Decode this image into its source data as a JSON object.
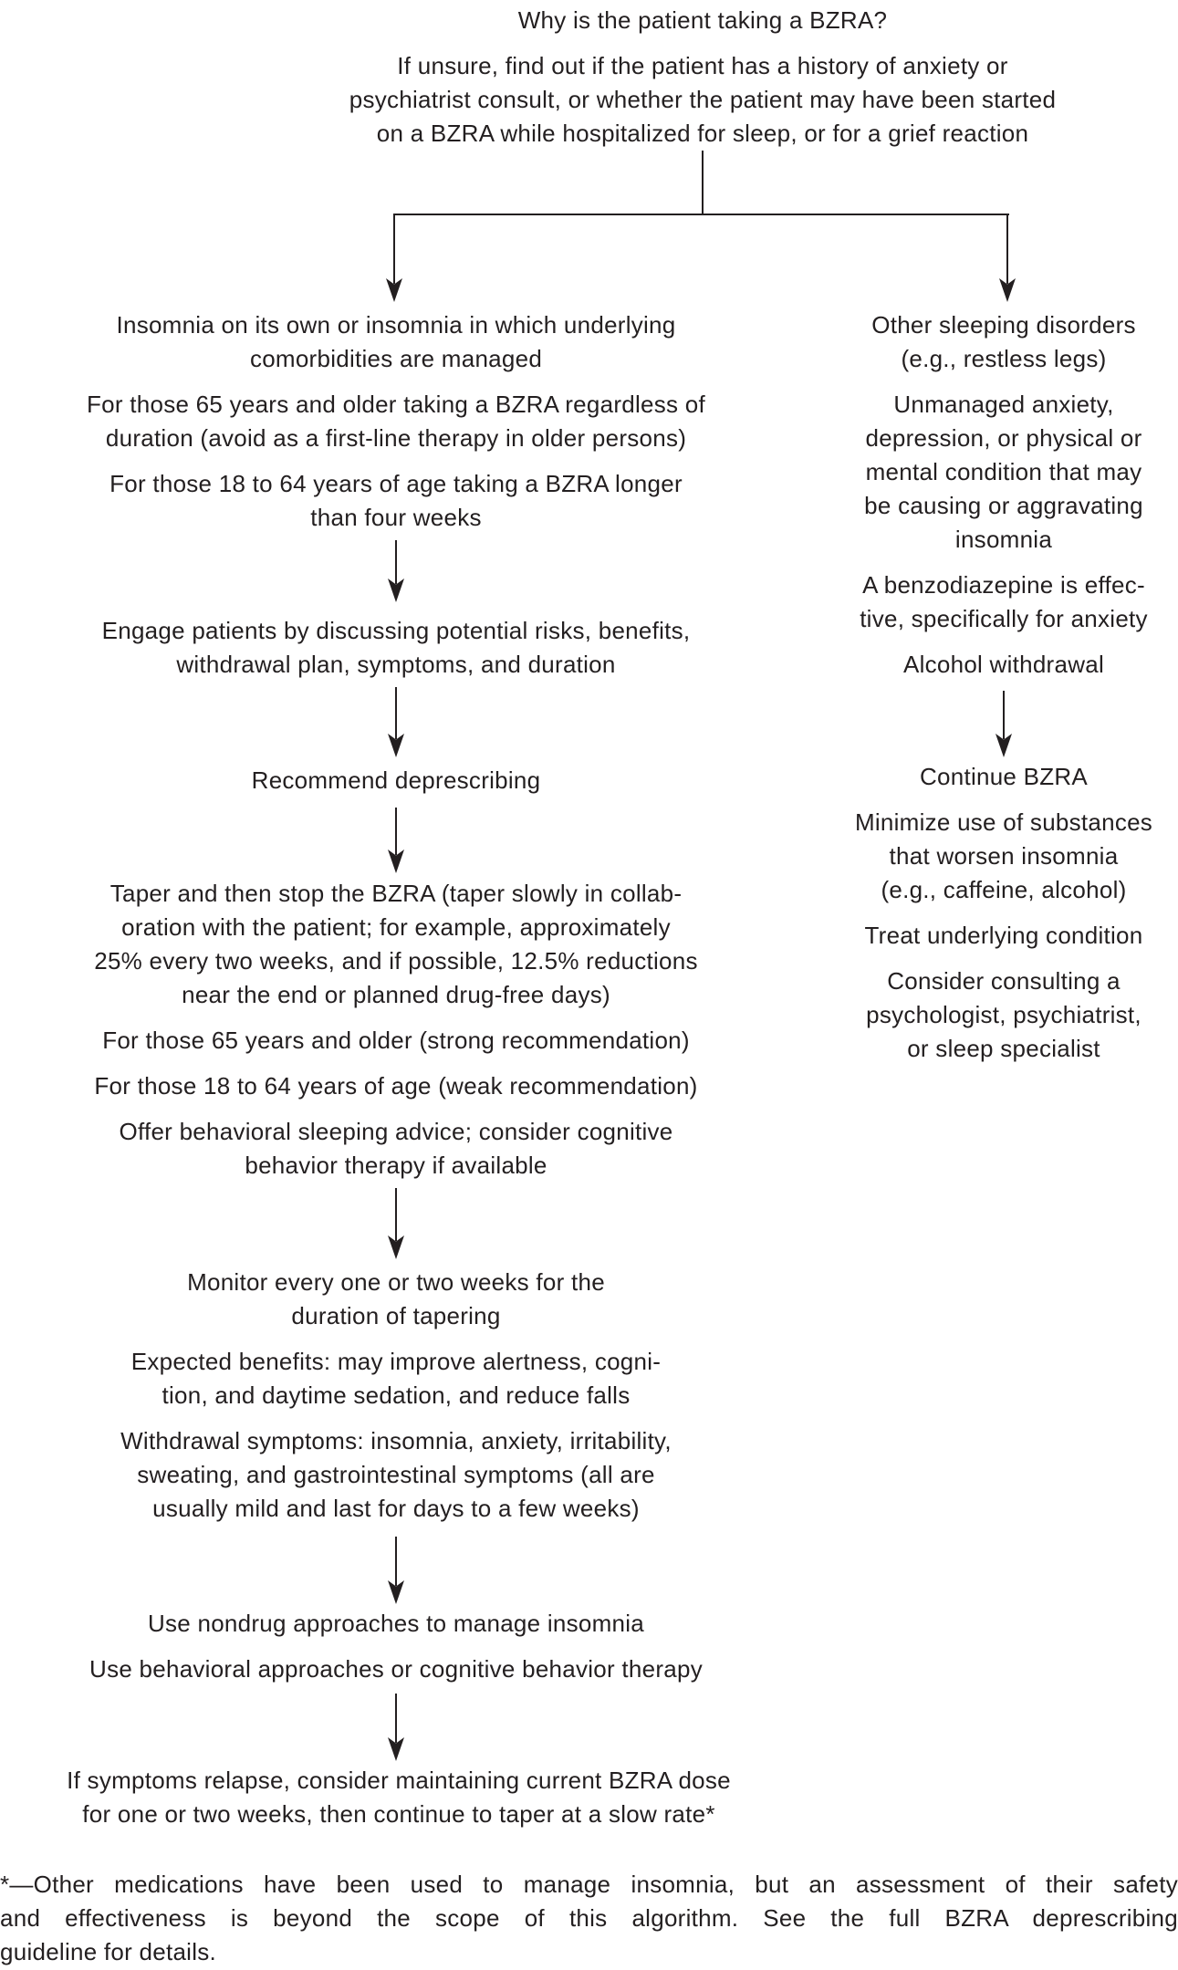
{
  "colors": {
    "ink": "#231f20",
    "background": "#ffffff"
  },
  "header": {
    "question": "Why is the patient taking a BZRA?",
    "intro": "If unsure, find out if the patient has a history of anxiety or\npsychiatrist consult, or whether the patient may have been started\non a BZRA while hospitalized for sleep, or for a grief reaction"
  },
  "left_column": {
    "blocks": [
      {
        "name": "indication",
        "paras": [
          "Insomnia on its own or insomnia in which underlying\ncomorbidities are managed",
          "For those 65 years and older taking a BZRA regardless of\nduration (avoid as a first-line therapy in older persons)",
          "For those 18 to 64 years of age taking a BZRA longer\nthan four weeks"
        ]
      },
      {
        "name": "engage",
        "paras": [
          "Engage patients by discussing potential risks, benefits,\nwithdrawal plan, symptoms, and duration"
        ]
      },
      {
        "name": "recommend",
        "paras": [
          "Recommend deprescribing"
        ]
      },
      {
        "name": "taper",
        "paras": [
          "Taper and then stop the BZRA (taper slowly in collab-\noration with the patient; for example, approximately\n25% every two weeks, and if possible, 12.5% reductions\nnear the end or planned drug-free days)",
          "For those 65 years and older (strong recommendation)",
          "For those 18 to 64 years of age (weak recommendation)",
          "Offer behavioral sleeping advice; consider cognitive\nbehavior therapy if available"
        ]
      },
      {
        "name": "monitor",
        "paras": [
          "Monitor every one or two weeks for the\nduration of tapering",
          "Expected benefits: may improve alertness, cogni-\ntion, and daytime sedation, and reduce falls",
          "Withdrawal symptoms: insomnia, anxiety, irritability,\nsweating, and gastrointestinal symptoms (all are\nusually mild and last for days to a few weeks)"
        ]
      },
      {
        "name": "nondrug",
        "paras": [
          "Use nondrug approaches to manage insomnia",
          "Use behavioral approaches or cognitive behavior therapy"
        ]
      },
      {
        "name": "relapse",
        "paras": [
          "If symptoms relapse, consider maintaining current BZRA dose\nfor one or two weeks, then continue to taper at a slow rate*"
        ]
      }
    ]
  },
  "right_column": {
    "blocks": [
      {
        "name": "other-causes",
        "paras": [
          "Other sleeping disorders\n(e.g., restless legs)",
          "Unmanaged anxiety,\ndepression, or physical or\nmental condition that may\nbe causing or aggravating\ninsomnia",
          "A benzodiazepine is effec-\ntive, specifically for anxiety",
          "Alcohol withdrawal"
        ]
      },
      {
        "name": "continue-bzra",
        "paras": [
          "Continue BZRA",
          "Minimize use of substances\nthat worsen insomnia\n(e.g., caffeine, alcohol)",
          "Treat underlying condition",
          "Consider consulting a\npsychologist, psychiatrist,\nor sleep specialist"
        ]
      }
    ]
  },
  "footnote": {
    "lines": [
      "*—Other medications have been used to manage insomnia, but an assessment of their safety",
      "and effectiveness is beyond the scope of this algorithm. See the full BZRA deprescribing",
      "guideline for details."
    ]
  }
}
